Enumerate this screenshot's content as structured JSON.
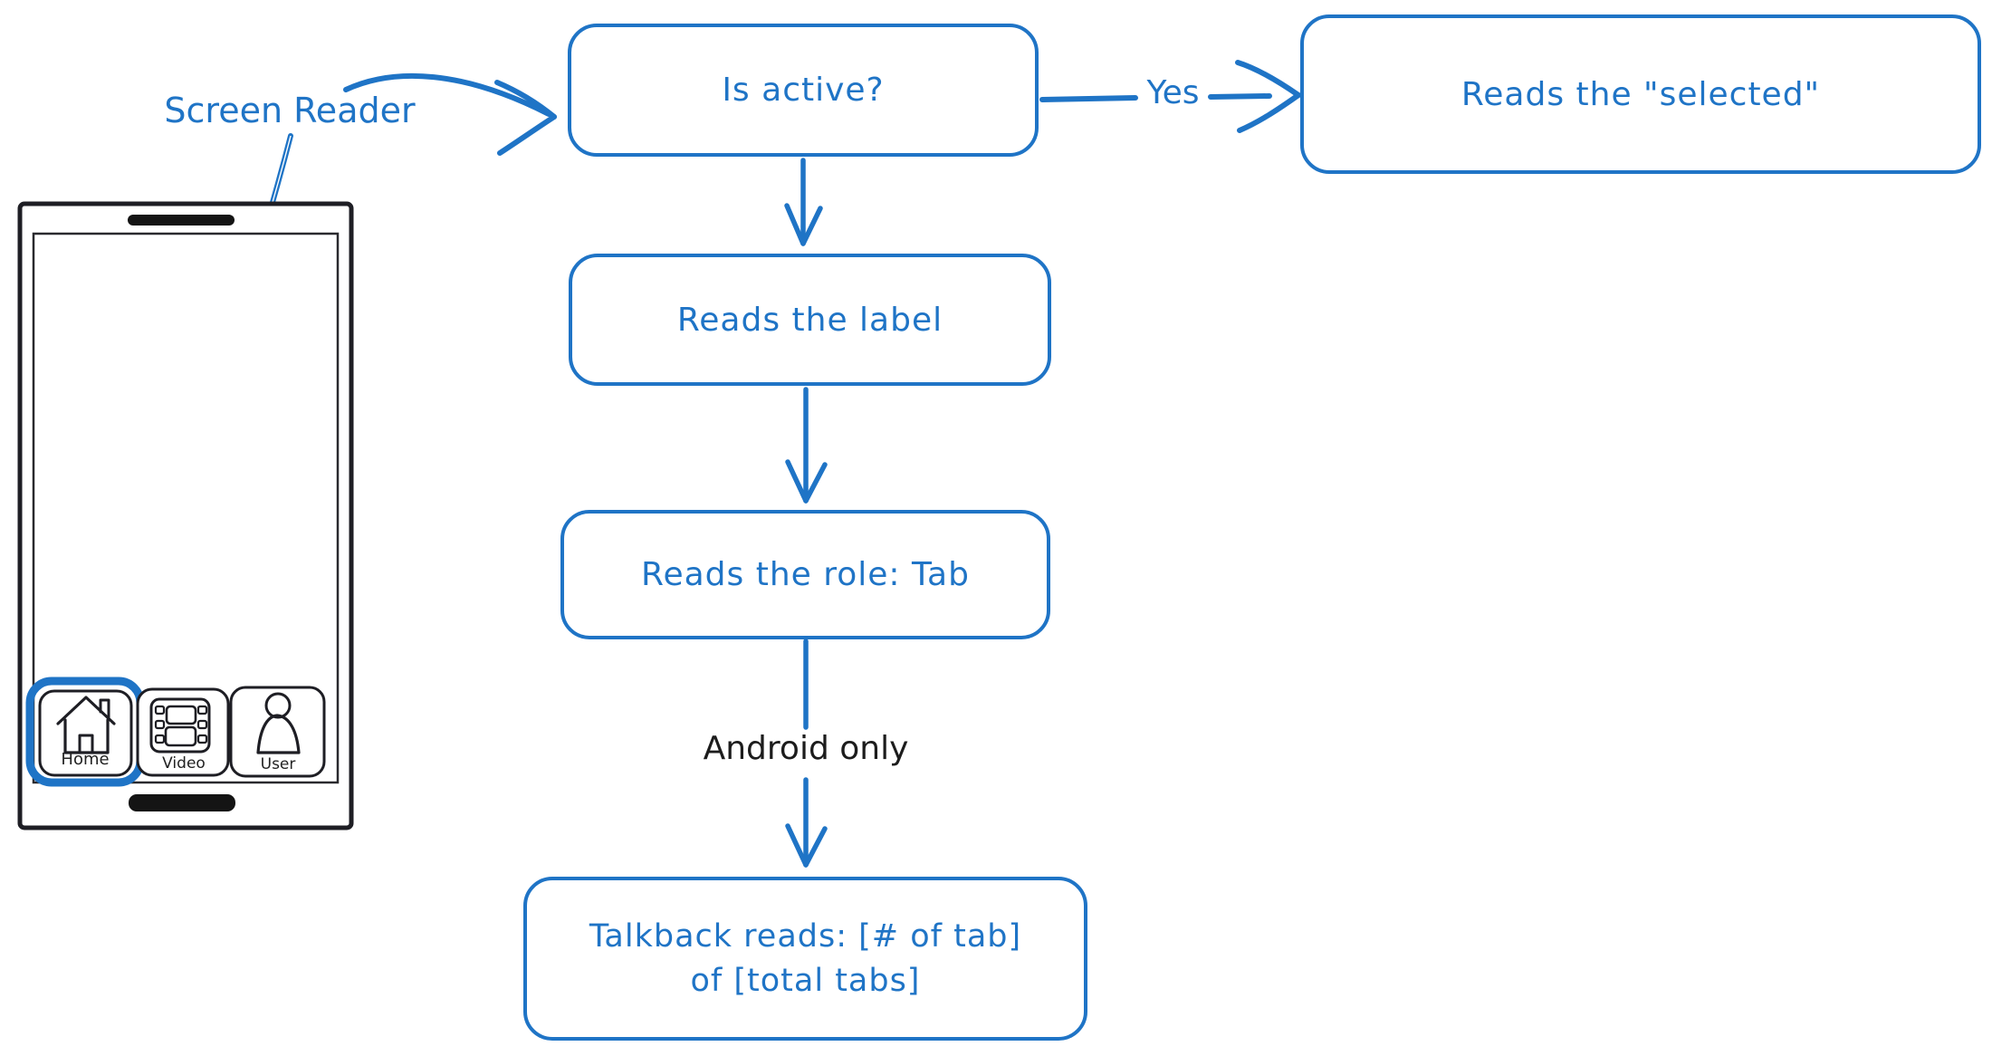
{
  "flowchart": {
    "accent_color": "#1f74c6",
    "ink_color": "#1e1e24",
    "screen_reader_label": "Screen Reader",
    "node_is_active": "Is active?",
    "node_reads_selected": "Reads the \"selected\"",
    "node_reads_label": "Reads the label",
    "node_reads_role": "Reads the role: Tab",
    "node_talkback_line1": "Talkback reads: [# of tab]",
    "node_talkback_line2": "of [total tabs]",
    "edge_yes_label": "Yes",
    "edge_android_only_label": "Android only"
  },
  "phone": {
    "tabs": [
      {
        "label": "Home",
        "icon": "home-icon",
        "selected": true
      },
      {
        "label": "Video",
        "icon": "video-icon",
        "selected": false
      },
      {
        "label": "User",
        "icon": "user-icon",
        "selected": false
      }
    ]
  }
}
